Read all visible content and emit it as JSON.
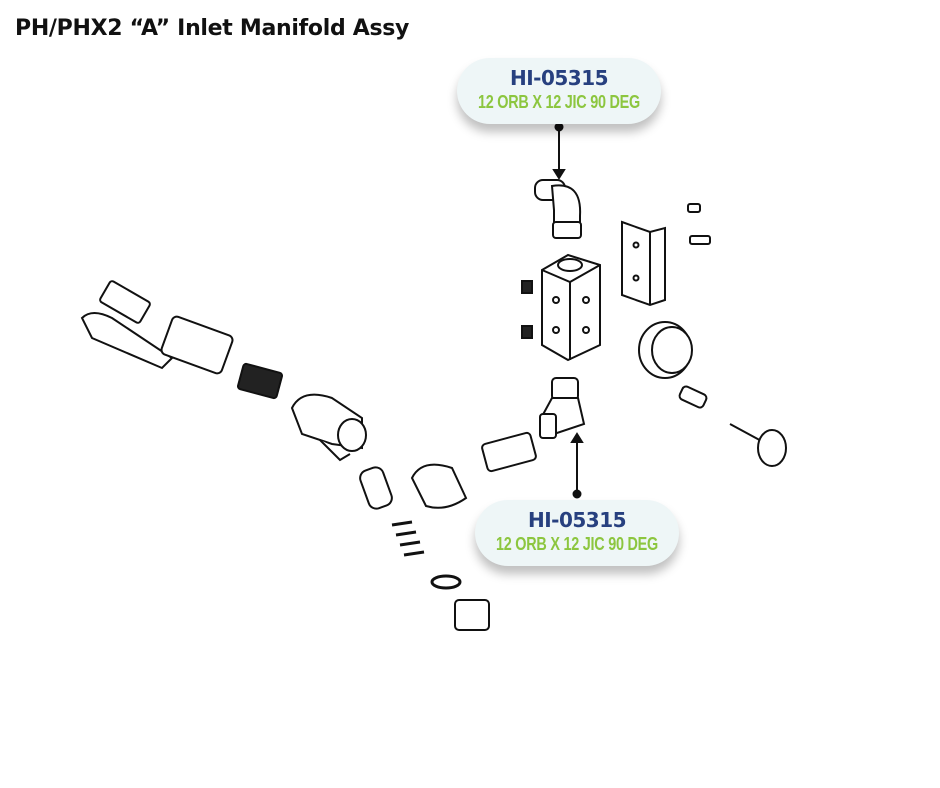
{
  "title": "PH/PHX2 “A” Inlet Manifold Assy",
  "callouts": [
    {
      "part_number": "HI-05315",
      "description": "12 ORB X 12 JIC 90 DEG"
    },
    {
      "part_number": "HI-05315",
      "description": "12 ORB X 12 JIC 90 DEG"
    }
  ],
  "colors": {
    "part_number": "#27407f",
    "description": "#8cc63f",
    "callout_bg": "#eef6f7"
  }
}
